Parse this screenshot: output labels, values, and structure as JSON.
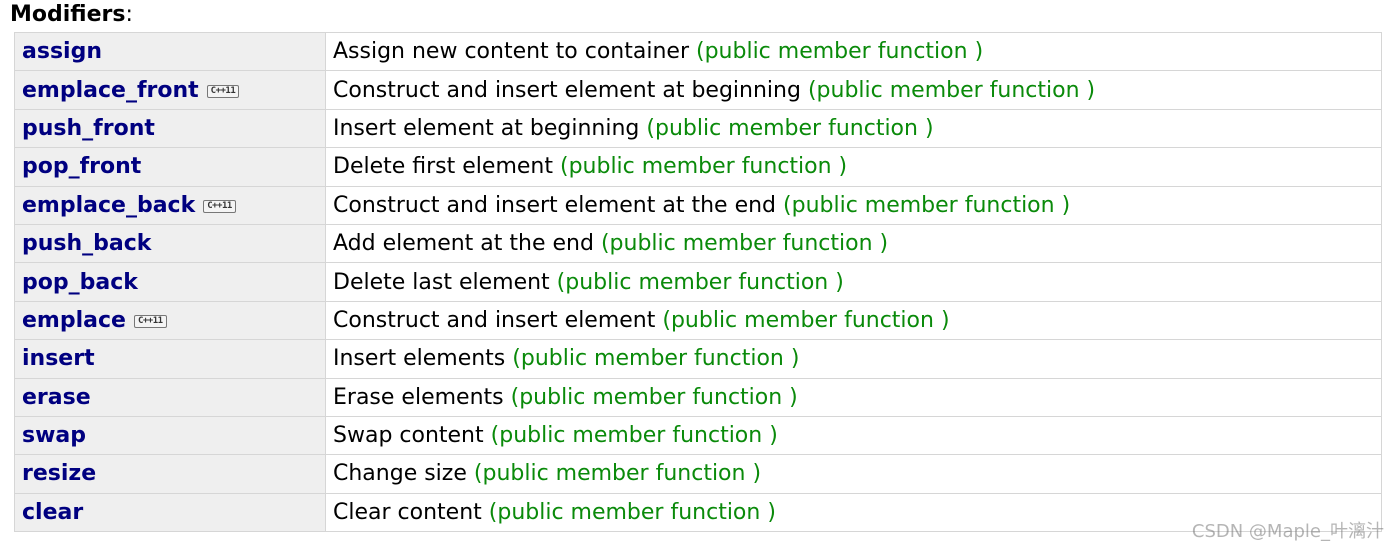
{
  "section": {
    "title": "Modifiers",
    "colon": ":"
  },
  "badge_text": "C++11",
  "rows": [
    {
      "name": "assign",
      "c11": false,
      "desc": "Assign new content to container",
      "kind": "(public member function )"
    },
    {
      "name": "emplace_front",
      "c11": true,
      "desc": "Construct and insert element at beginning",
      "kind": "(public member function )"
    },
    {
      "name": "push_front",
      "c11": false,
      "desc": "Insert element at beginning",
      "kind": "(public member function )"
    },
    {
      "name": "pop_front",
      "c11": false,
      "desc": "Delete first element",
      "kind": "(public member function )"
    },
    {
      "name": "emplace_back",
      "c11": true,
      "desc": "Construct and insert element at the end",
      "kind": "(public member function )"
    },
    {
      "name": "push_back",
      "c11": false,
      "desc": "Add element at the end",
      "kind": "(public member function )"
    },
    {
      "name": "pop_back",
      "c11": false,
      "desc": "Delete last element",
      "kind": "(public member function )"
    },
    {
      "name": "emplace",
      "c11": true,
      "desc": "Construct and insert element",
      "kind": "(public member function )"
    },
    {
      "name": "insert",
      "c11": false,
      "desc": "Insert elements",
      "kind": "(public member function )"
    },
    {
      "name": "erase",
      "c11": false,
      "desc": "Erase elements",
      "kind": "(public member function )"
    },
    {
      "name": "swap",
      "c11": false,
      "desc": "Swap content",
      "kind": "(public member function )"
    },
    {
      "name": "resize",
      "c11": false,
      "desc": "Change size",
      "kind": "(public member function )"
    },
    {
      "name": "clear",
      "c11": false,
      "desc": "Clear content",
      "kind": "(public member function )"
    }
  ],
  "watermark": "CSDN @Maple_叶漓汁"
}
